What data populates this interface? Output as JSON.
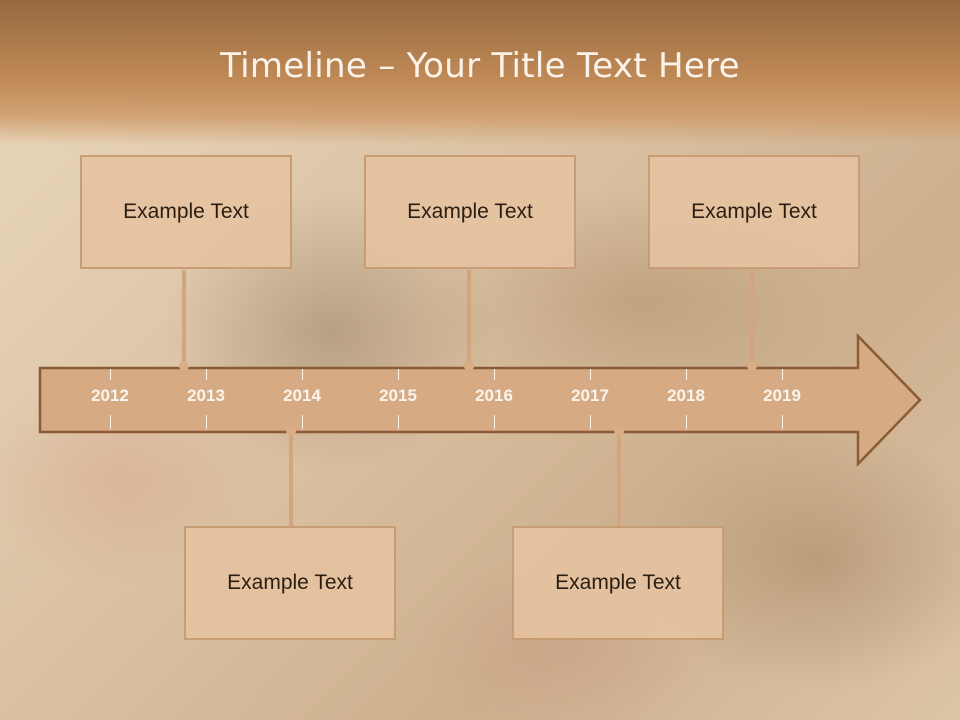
{
  "title": "Timeline – Your Title Text Here",
  "timeline": {
    "years": [
      "2012",
      "2013",
      "2014",
      "2015",
      "2016",
      "2017",
      "2018",
      "2019"
    ]
  },
  "events": {
    "top": [
      "Example Text",
      "Example Text",
      "Example Text"
    ],
    "bottom": [
      "Example Text",
      "Example Text"
    ]
  },
  "colors": {
    "header": "#c08a57",
    "arrow_fill": "#d6ab84",
    "arrow_stroke": "#8b5a36",
    "box_fill": "#e6c3a0",
    "box_border": "#c79d76",
    "title_text": "#fbf3ea"
  }
}
